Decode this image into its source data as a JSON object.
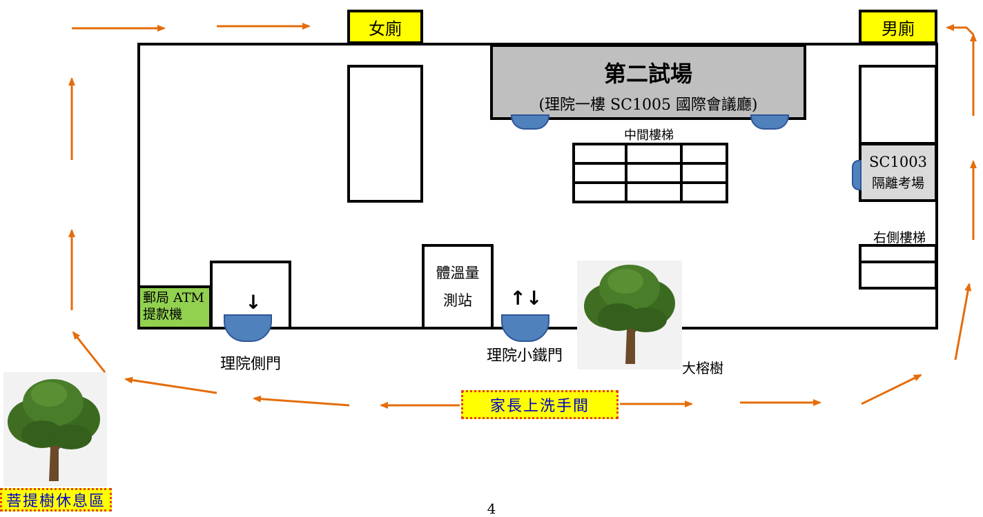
{
  "labels": {
    "female_toilet": "女廁",
    "male_toilet": "男廁",
    "exam_hall_title": "第二試場",
    "exam_hall_sub": "(理院一樓 SC1005 國際會議廳)",
    "middle_stairs": "中間樓梯",
    "isolation_room_code": "SC1003",
    "isolation_room_name": "隔離考場",
    "right_stairs": "右側樓梯",
    "temp_station_line1": "體溫量",
    "temp_station_line2": "測站",
    "atm_line1": "郵局 ATM",
    "atm_line2": "提款機",
    "side_door": "理院側門",
    "iron_gate": "理院小鐵門",
    "banyan": "大榕樹",
    "parents_toilet": "家長上洗手間",
    "bodhi_rest": "菩提樹休息區",
    "page_number": "4",
    "arrow_down": "↓",
    "arrow_updown": "↑↓"
  },
  "colors": {
    "route_arrow": "#e46c0a",
    "toilet_label": "#ffff00",
    "exam_hall": "#bfbfbf",
    "atm": "#92d050",
    "door": "#4f81bd"
  }
}
